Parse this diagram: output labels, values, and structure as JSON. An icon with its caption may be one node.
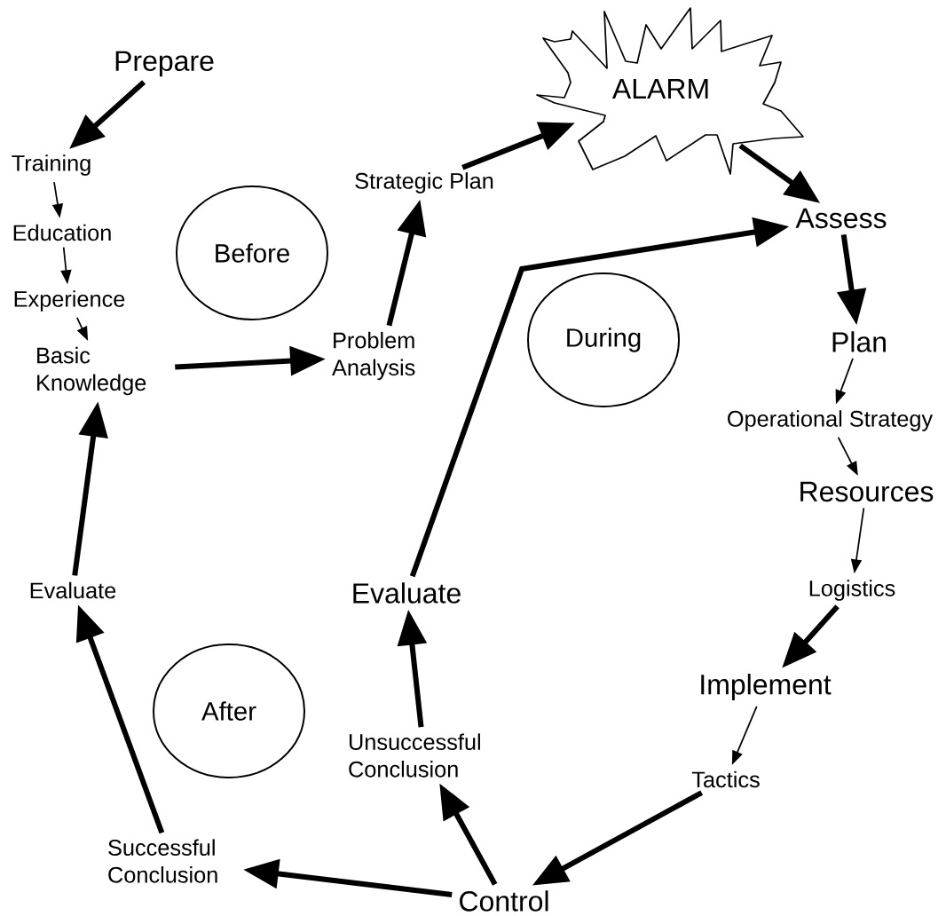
{
  "diagram": {
    "nodes": [
      {
        "text": [
          "Prepare"
        ]
      },
      {
        "text": [
          "Training"
        ]
      },
      {
        "text": [
          "Education"
        ]
      },
      {
        "text": [
          "Experience"
        ]
      },
      {
        "text": [
          "Basic Knowledge"
        ]
      },
      {
        "text": [
          "Before"
        ]
      },
      {
        "text": [
          "Strategic Plan"
        ]
      },
      {
        "text": [
          "Problem Analysis"
        ]
      },
      {
        "text": [
          "ALARM"
        ]
      },
      {
        "text": [
          "Assess"
        ]
      },
      {
        "text": [
          "During"
        ]
      },
      {
        "text": [
          "Plan"
        ]
      },
      {
        "text": [
          "Operational Strategy"
        ]
      },
      {
        "text": [
          "Resources"
        ]
      },
      {
        "text": [
          "Evaluate"
        ]
      },
      {
        "text": [
          "Evaluate"
        ]
      },
      {
        "text": [
          "Logistics"
        ]
      },
      {
        "text": [
          "After"
        ]
      },
      {
        "text": [
          "Implement"
        ]
      },
      {
        "text": [
          "Unsuccessful Conclusion"
        ]
      },
      {
        "text": [
          "Tactics"
        ]
      },
      {
        "text": [
          "Successful Conclusion"
        ]
      },
      {
        "text": [
          "Control"
        ]
      }
    ],
    "edges": [
      {
        "from": 0,
        "to": 1,
        "arrow": "to"
      },
      {
        "from": 1,
        "to": 2,
        "arrow": "to"
      },
      {
        "from": 2,
        "to": 3,
        "arrow": "to"
      },
      {
        "from": 3,
        "to": 4,
        "arrow": "to"
      },
      {
        "from": 4,
        "to": 7,
        "arrow": "to"
      },
      {
        "from": 7,
        "to": 6,
        "arrow": "to"
      },
      {
        "from": 6,
        "to": 8,
        "arrow": "to"
      },
      {
        "from": 8,
        "to": 9,
        "arrow": "to"
      },
      {
        "from": 15,
        "to": 9,
        "arrow": "to"
      },
      {
        "from": 9,
        "to": 11,
        "arrow": "to"
      },
      {
        "from": 11,
        "to": 12,
        "arrow": "to"
      },
      {
        "from": 12,
        "to": 13,
        "arrow": "to"
      },
      {
        "from": 13,
        "to": 16,
        "arrow": "to"
      },
      {
        "from": 16,
        "to": 18,
        "arrow": "to"
      },
      {
        "from": 18,
        "to": 20,
        "arrow": "to"
      },
      {
        "from": 20,
        "to": 22,
        "arrow": "to"
      },
      {
        "from": 22,
        "to": 21,
        "arrow": "to"
      },
      {
        "from": 22,
        "to": 19,
        "arrow": "to"
      },
      {
        "from": 19,
        "to": 15,
        "arrow": "to"
      },
      {
        "from": 21,
        "to": 14,
        "arrow": "to"
      },
      {
        "from": 14,
        "to": 4,
        "arrow": "to"
      }
    ]
  }
}
